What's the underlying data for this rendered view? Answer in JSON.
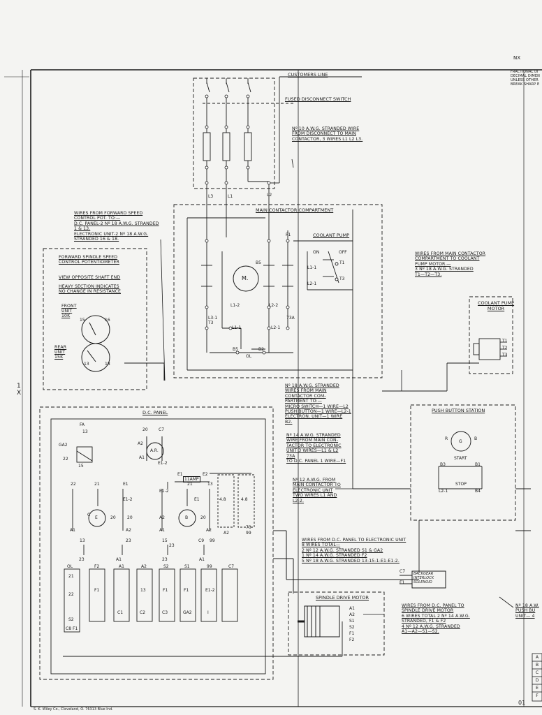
{
  "corner_notes": {
    "top_right_code": "NX",
    "fractional": [
      "FRACTIONAL DI",
      "DECIMAL DIMEN",
      "UNLESS OTHER",
      "BREAK SHARP E"
    ],
    "margin_mark": "1\nX",
    "bottom_right_mark": "01",
    "grid_letters": [
      "A",
      "B",
      "C",
      "D",
      "E",
      "F"
    ]
  },
  "sections": {
    "customers_line": "CUSTOMERS LINE",
    "fused_disconnect": "FUSED DISCONNECT SWITCH",
    "main_contactor": "MAIN CONTACTOR COMPARTMENT",
    "coolant_pump": "COOLANT PUMP",
    "coolant_pump_motor": [
      "COOLANT PUMP",
      "MOTOR"
    ],
    "push_button_station": "PUSH BUTTON STATION",
    "dc_panel": "D.C. PANEL",
    "spindle_drive_motor": "SPINDLE DRIVE MOTOR",
    "potentiometer_title": [
      "FORWARD SPINDLE SPEED",
      "CONTROL POTENTIOMETER"
    ],
    "view_opposite": "VIEW OPPOSITE SHAFT END",
    "heavy_section": [
      "HEAVY SECTION INDICATES",
      "NO CHANGE IN RESISTANCE"
    ],
    "front_unit": [
      "FRONT",
      "UNIT",
      "10K"
    ],
    "rear_unit": [
      "REAR",
      "UNIT",
      "15K"
    ],
    "backgear": [
      "BACKGEAR",
      "INTERLOCK",
      "SOLENOID"
    ]
  },
  "notes": {
    "wire_disconnect": [
      "Nº 10 A.W.G. STRANDED WIRE",
      "FROM DISCONNECT TO MAIN",
      "CONTACTOR, 3 WIRES L1 L2 L3."
    ],
    "wire_pot": [
      "WIRES FROM FORWARD SPEED",
      "CONTROL POT. TO:—",
      "D.C. PANEL-2 Nº 18 A.W.G. STRANDED",
      "1 & 13.",
      "ELECTRONIC UNIT-2 Nº 18 A.W.G.",
      "STRANDED 16 & 18."
    ],
    "wire_coolant": [
      "WIRES FROM MAIN CONTACTOR",
      "COMPARTMENT TO COOLANT",
      "PUMP MOTOR.—",
      "3 Nº 18 A.W.G. STRANDED",
      "T1—T2—T3."
    ],
    "wire_18": [
      "Nº 18 A.W.G. STRANDED",
      "WIRES FROM MAIN",
      "CONTACTOR COM-",
      "PARTMENT TO:—",
      "MICRO SWITCH—1 WIRE—L2",
      "PUSH BUTTON—1 WIRE—L2-1",
      "ELECTRON. UNIT—1 WIRE",
      "B2."
    ],
    "wire_14": [
      "Nº 14 A.W.G. STRANDED",
      "WIRE FROM MAIN CON-",
      "TACTOR TO ELECTRONIC",
      "UNIT 3 WIRES—L1 & L2",
      "73A",
      "TO D.C. PANEL 1 WIRE—F1"
    ],
    "wire_12": [
      "Nº 12 A.W.G. FROM",
      "MAIN CONTACTOR TO",
      "ELECTRONIC UNIT",
      "TWO WIRES L1 AND",
      "L2-2."
    ],
    "wire_dc_electronic": [
      "WIRES FROM D.C. PANEL TO ELECTRONIC UNIT",
      "8 WIRES TOTAL—",
      "2 Nº 12 A.W.G. STRANDED  S1 & GA2",
      "1 Nº 14 A.W.G. STRANDED F2",
      "5 Nº 18 A.W.G. STRANDED 13-15-1-E1-E1-2."
    ],
    "wire_spindle": [
      "WIRES FROM D.C. PANEL TO",
      "SPINDLE DRIVE MOTOR",
      "6 WIRES TOTAL 2 Nº 14 A.W.G.",
      "STRANDED, F1 & F2",
      "4 Nº 12 A.W.G. STRANDED",
      "A1—A2—S1—S2."
    ],
    "wire_pushbutton": [
      "Nº 18 A.W.",
      "PUSH BU",
      "UNIT— 4"
    ]
  },
  "switch_labels": {
    "on": "ON",
    "off": "OFF",
    "start": "START",
    "stop": "STOP",
    "motor": "M.",
    "a_relay": "A.R."
  },
  "terminal_labels": {
    "line": [
      "L3",
      "L1",
      "L2"
    ],
    "contactor": [
      "F1",
      "B5",
      "L1-2",
      "L2-2",
      "L3-1",
      "T3",
      "L1-1",
      "L2-1",
      "73A",
      "B5",
      "B2",
      "OL"
    ],
    "coolant": [
      "T1",
      "T3",
      "L1-1",
      "L2-1"
    ],
    "motor": [
      "T1",
      "T2",
      "T3"
    ],
    "pushbutton": [
      "R",
      "G",
      "B",
      "B3",
      "B1",
      "L2-1",
      "B4"
    ],
    "dc_panel_top": [
      "FA",
      "13",
      "GA2",
      "22",
      "15",
      "20",
      "C7",
      "A2",
      "A1",
      "E1-2",
      "E1",
      "11AMP",
      "E2",
      "4.8",
      "4.8",
      "99",
      "73",
      "A2"
    ],
    "dc_relays": [
      "22",
      "21",
      "E1",
      "E1-2",
      "21",
      "13",
      "E1-2",
      "E1",
      "C",
      "E",
      "20",
      "20",
      "A2",
      "B",
      "20",
      "A1",
      "A2",
      "A1",
      "A2",
      "13",
      "23",
      "15",
      "23",
      "C9",
      "99",
      "23",
      "A1",
      "23",
      "A1"
    ],
    "dc_terminals": [
      "F2",
      "A1",
      "A2",
      "S2",
      "S1",
      "99",
      "C7",
      "F1",
      "13",
      "F1",
      "F1",
      "E1-2",
      "C1",
      "C2",
      "C3",
      "GA2",
      "I",
      "OL",
      "21",
      "22",
      "S2",
      "C8",
      "F1"
    ],
    "spindle": [
      "A1",
      "A2",
      "S1",
      "S2",
      "F1",
      "F2"
    ],
    "backgear": [
      "C7",
      "F1"
    ],
    "pot": [
      "15",
      "16",
      "13",
      "18"
    ]
  },
  "footer": {
    "printer": "S. K. Wiley Co., Cleveland, O.   76313 Blue Ind."
  }
}
